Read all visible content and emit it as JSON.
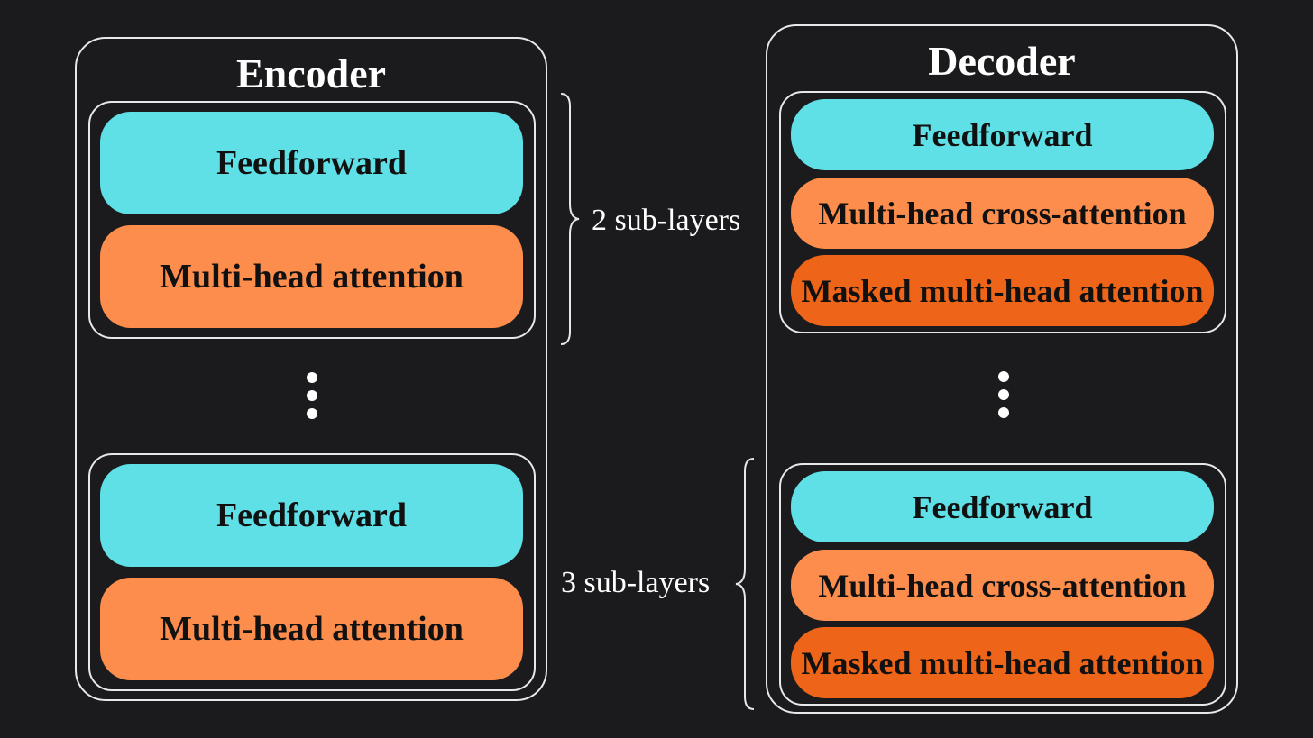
{
  "encoder": {
    "title": "Encoder",
    "top_layer": {
      "feedforward": "Feedforward",
      "attention": "Multi-head attention"
    },
    "bottom_layer": {
      "feedforward": "Feedforward",
      "attention": "Multi-head attention"
    }
  },
  "decoder": {
    "title": "Decoder",
    "top_layer": {
      "feedforward": "Feedforward",
      "cross_attention": "Multi-head cross-attention",
      "masked_attention": "Masked multi-head attention"
    },
    "bottom_layer": {
      "feedforward": "Feedforward",
      "cross_attention": "Multi-head cross-attention",
      "masked_attention": "Masked multi-head attention"
    }
  },
  "annotations": {
    "encoder_sublayers": "2 sub-layers",
    "decoder_sublayers": "3 sub-layers"
  },
  "colors": {
    "background": "#1b1b1d",
    "feedforward": "#5ee0e6",
    "attention": "#fd8d4c",
    "masked_attention": "#ee6418",
    "outline": "#e8e8e8"
  }
}
